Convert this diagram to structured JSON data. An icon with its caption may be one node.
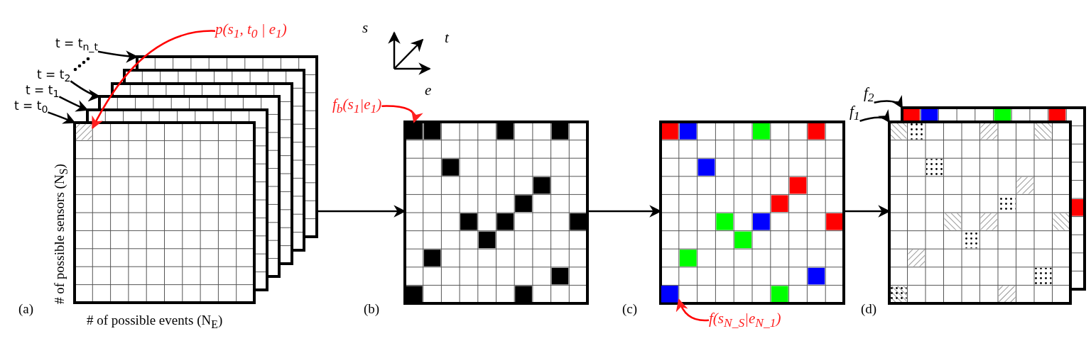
{
  "diagram": {
    "nodes": [
      {
        "text": [
          "t = t$_{n_t}$"
        ]
      },
      {
        "text": [
          "t = t$_{2}$"
        ]
      },
      {
        "text": [
          "t = t$_{1}$"
        ]
      },
      {
        "text": [
          "t = t$_{0}$"
        ]
      },
      {
        "text": [
          "p(s$_{1}$, t$_{0}$ | e$_{1}$)"
        ]
      },
      {
        "text": [],
        "shape": "box"
      },
      {
        "text": [],
        "shape": "box"
      },
      {
        "text": [],
        "shape": "box"
      },
      {
        "text": [],
        "shape": "box"
      },
      {
        "text": [],
        "shape": "box"
      },
      {
        "text": [],
        "shape": "box"
      },
      {
        "text": [],
        "shape": "box",
        "in": 10
      },
      {
        "text": [
          "f$_{b}$(s$_{1}$|e$_{1}$)"
        ]
      },
      {
        "text": [],
        "shape": "box"
      },
      {
        "text": [],
        "shape": "box",
        "in": 13
      },
      {
        "text": [],
        "shape": "box"
      },
      {
        "text": [],
        "shape": "box",
        "in": 15
      },
      {
        "text": [
          "f(s$_{N_S}$|e$_{N_1}$)"
        ]
      },
      {
        "text": [
          "f$_{2}$"
        ]
      },
      {
        "text": [
          "f$_{1}$"
        ]
      },
      {
        "text": [],
        "shape": "box"
      },
      {
        "text": [],
        "shape": "box"
      }
    ],
    "edges": [
      {
        "from": 0,
        "to": 5,
        "arrow": "to"
      },
      {
        "from": 1,
        "to": 8,
        "arrow": "to"
      },
      {
        "from": 2,
        "to": 9,
        "arrow": "to"
      },
      {
        "from": 3,
        "to": 10,
        "arrow": "to"
      },
      {
        "from": 4,
        "to": 11,
        "arrow": "to",
        "color": "#ff0000"
      },
      {
        "from": 5,
        "to": 13,
        "arrow": "to"
      },
      {
        "from": 12,
        "to": 14,
        "arrow": "to",
        "color": "#ff0000"
      },
      {
        "from": 13,
        "to": 15,
        "arrow": "to"
      },
      {
        "from": 17,
        "to": 16,
        "arrow": "to",
        "color": "#ff0000"
      },
      {
        "from": 15,
        "to": 21,
        "arrow": "to"
      },
      {
        "from": 18,
        "to": 20,
        "arrow": "to"
      },
      {
        "from": 19,
        "to": 21,
        "arrow": "to"
      }
    ],
    "labels": [
      "s",
      "t",
      "e",
      "(a)",
      "# of possible sensors (N$_{S}$)",
      "# of possible events (N$_{E}$)",
      "(b)",
      "(c)",
      "(d)"
    ]
  }
}
